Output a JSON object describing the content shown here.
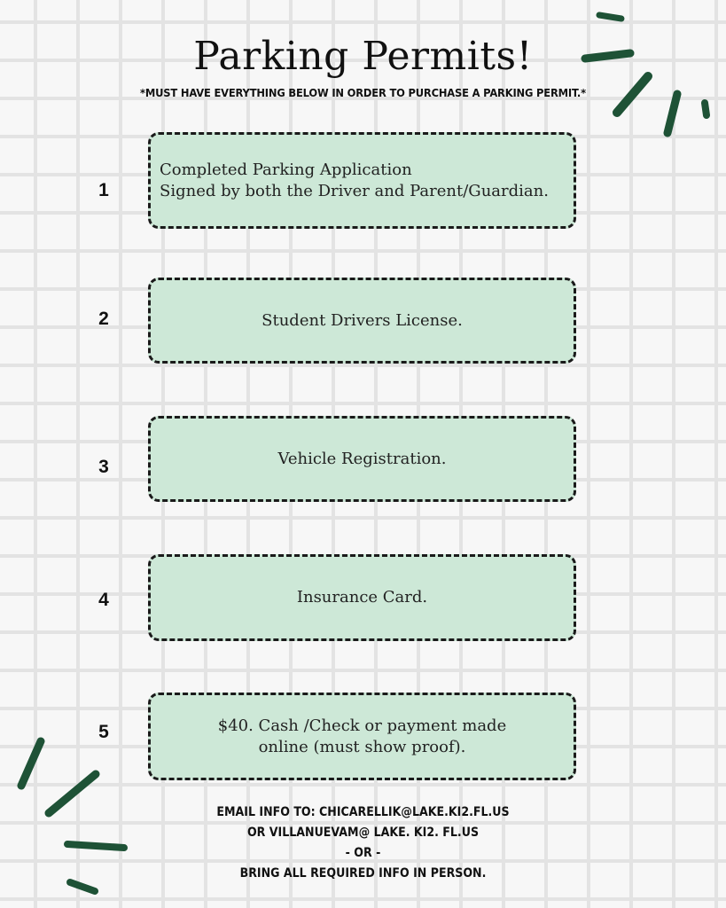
{
  "title": "Parking Permits!",
  "subtitle": "*MUST HAVE EVERYTHING BELOW IN ORDER TO PURCHASE A PARKING PERMIT.*",
  "steps": [
    {
      "number": "1",
      "line1": "Completed Parking Application",
      "line2": "Signed by both the Driver and Parent/Guardian."
    },
    {
      "number": "2",
      "line1": "Student Drivers License.",
      "line2": ""
    },
    {
      "number": "3",
      "line1": "Vehicle Registration.",
      "line2": ""
    },
    {
      "number": "4",
      "line1": "Insurance Card.",
      "line2": ""
    },
    {
      "number": "5",
      "line1": "$40. Cash /Check or payment made",
      "line2": "online (must show proof)."
    }
  ],
  "footer": {
    "line1": "EMAIL INFO TO: CHICARELLIK@LAKE.KI2.FL.US",
    "line2": "OR VILLANUEVAM@ LAKE. KI2. FL.US",
    "line3": "- OR -",
    "line4": "BRING ALL REQUIRED INFO IN PERSON."
  },
  "colors": {
    "box_fill": "#cde8d7",
    "box_border": "#1a1a1a",
    "accent_strokes": "#1e5236",
    "grid": "#e3e3e3"
  }
}
